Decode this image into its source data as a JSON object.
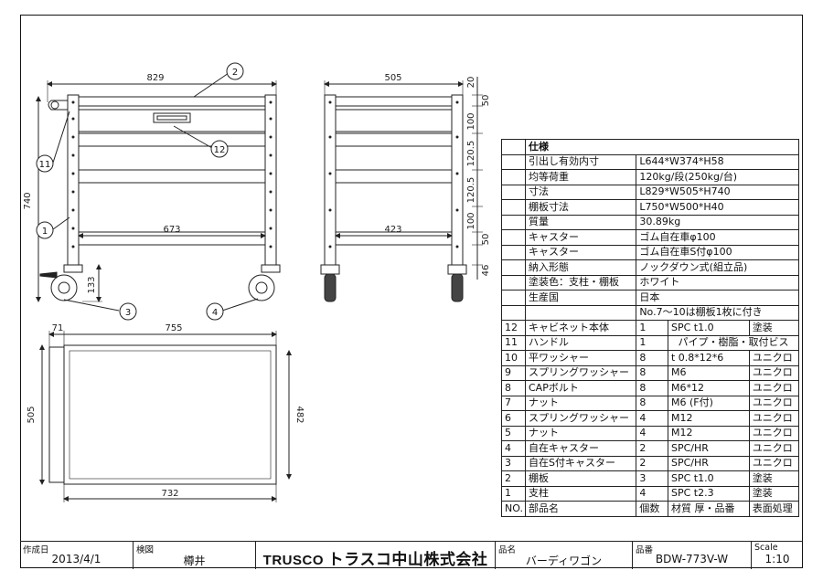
{
  "dimensions": {
    "front_width": "829",
    "front_height": "740",
    "front_inner": "673",
    "front_caster": "133",
    "side_width": "505",
    "side_inner": "423",
    "side_spacings": [
      "20",
      "50",
      "100",
      "120.5",
      "120.5",
      "100",
      "50",
      "46"
    ],
    "plan_overall": "755",
    "plan_handle": "71",
    "plan_depth": "505",
    "plan_inner_depth": "482",
    "plan_inner_width": "732"
  },
  "callouts": [
    "2",
    "12",
    "11",
    "1",
    "3",
    "4"
  ],
  "spec": {
    "header": "仕様",
    "rows": [
      {
        "label": "引出し有効内寸",
        "value": "L644*W374*H58"
      },
      {
        "label": "均等荷重",
        "value": "120kg/段(250kg/台)"
      },
      {
        "label": "寸法",
        "value": "L829*W505*H740"
      },
      {
        "label": "棚板寸法",
        "value": "L750*W500*H40"
      },
      {
        "label": "質量",
        "value": "30.89kg"
      },
      {
        "label": "キャスター",
        "value": "ゴム自在車φ100"
      },
      {
        "label": "キャスター",
        "value": "ゴム自在車S付φ100"
      },
      {
        "label": "納入形態",
        "value": "ノックダウン式(組立品)"
      },
      {
        "label": "塗装色：支柱・棚板",
        "value": "ホワイト"
      },
      {
        "label": "生産国",
        "value": "日本"
      }
    ],
    "note": "No.7～10は棚板1枚に付き"
  },
  "parts": [
    {
      "no": "12",
      "name": "キャビネット本体",
      "qty": "1",
      "material": "SPC t1.0",
      "finish": "塗装"
    },
    {
      "no": "11",
      "name": "ハンドル",
      "qty": "1",
      "material": "パイプ・樹脂・取付ビス",
      "finish": ""
    },
    {
      "no": "10",
      "name": "平ワッシャー",
      "qty": "8",
      "material": "t 0.8*12*6",
      "finish": "ユニクロ"
    },
    {
      "no": "9",
      "name": "スプリングワッシャー",
      "qty": "8",
      "material": "M6",
      "finish": "ユニクロ"
    },
    {
      "no": "8",
      "name": "CAPボルト",
      "qty": "8",
      "material": "M6*12",
      "finish": "ユニクロ"
    },
    {
      "no": "7",
      "name": "ナット",
      "qty": "8",
      "material": "M6 (F付)",
      "finish": "ユニクロ"
    },
    {
      "no": "6",
      "name": "スプリングワッシャー",
      "qty": "4",
      "material": "M12",
      "finish": "ユニクロ"
    },
    {
      "no": "5",
      "name": "ナット",
      "qty": "4",
      "material": "M12",
      "finish": "ユニクロ"
    },
    {
      "no": "4",
      "name": "自在キャスター",
      "qty": "2",
      "material": "SPC/HR",
      "finish": "ユニクロ"
    },
    {
      "no": "3",
      "name": "自在S付キャスター",
      "qty": "2",
      "material": "SPC/HR",
      "finish": "ユニクロ"
    },
    {
      "no": "2",
      "name": "棚板",
      "qty": "3",
      "material": "SPC t1.0",
      "finish": "塗装"
    },
    {
      "no": "1",
      "name": "支柱",
      "qty": "4",
      "material": "SPC t2.3",
      "finish": "塗装"
    }
  ],
  "parts_header": {
    "no": "NO.",
    "name": "部品名",
    "qty": "個数",
    "material": "材質 厚・品番",
    "finish": "表面処理"
  },
  "titleblock": {
    "created_label": "作成日",
    "created_value": "2013/4/1",
    "check_label": "検図",
    "check_value": "樽井",
    "company_brand": "TRUSCO",
    "company_name": "トラスコ中山株式会社",
    "product_label": "品名",
    "product_value": "バーディワゴン",
    "code_label": "品番",
    "code_value": "BDW-773V-W",
    "scale_label": "Scale",
    "scale_value": "1:10"
  }
}
